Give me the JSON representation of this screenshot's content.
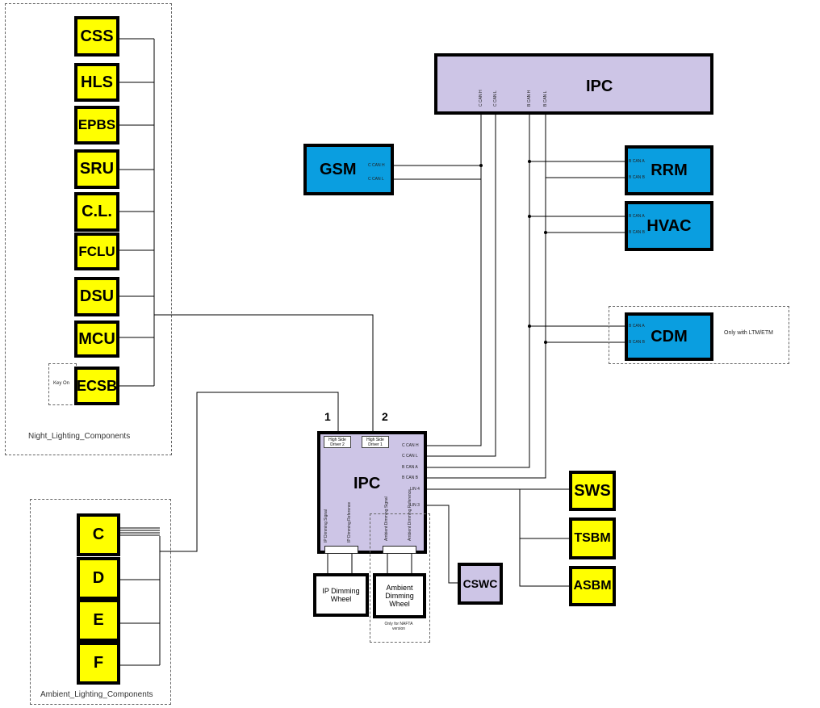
{
  "night_group": {
    "label": "Night_Lighting_Components",
    "modules": [
      "CSS",
      "HLS",
      "EPBS",
      "SRU",
      "C.L.",
      "FCLU",
      "DSU",
      "MCU",
      "ECSB"
    ],
    "key_on_label": "Key On"
  },
  "ambient_group": {
    "label": "Ambient_Lighting_Components",
    "modules": [
      "C",
      "D",
      "E",
      "F"
    ]
  },
  "top_ipc": {
    "label": "IPC",
    "pins": [
      "C CAN H",
      "C CAN L",
      "B CAN H",
      "B CAN L"
    ]
  },
  "gsm": {
    "label": "GSM",
    "pins": [
      "C CAN H",
      "C CAN L"
    ]
  },
  "rrm": {
    "label": "RRM",
    "pins": [
      "B CAN A",
      "B CAN B"
    ]
  },
  "hvac": {
    "label": "HVAC",
    "pins": [
      "B CAN A",
      "B CAN B"
    ]
  },
  "cdm": {
    "label": "CDM",
    "pins": [
      "B CAN A",
      "B CAN B"
    ],
    "note": "Only with LTM/ETM"
  },
  "main_ipc": {
    "label": "IPC",
    "drivers": [
      "High Side Driver 2",
      "High Side Driver 1"
    ],
    "driver_numbers": [
      "1",
      "2"
    ],
    "pins": [
      "C CAN H",
      "C CAN L",
      "B CAN A",
      "B CAN B",
      "LIN 4",
      "LIN 3"
    ],
    "bottom_pins_left": [
      "IP Dimming Signal",
      "IP Dimming Reference"
    ],
    "bottom_pins_right": [
      "Ambient Dimming Signal",
      "Ambient Dimming Reference"
    ]
  },
  "ip_dimming_wheel": {
    "label": "IP Dimming Wheel"
  },
  "ambient_dimming_wheel": {
    "label": "Ambient Dimming Wheel",
    "note": "Only for NAFTA version"
  },
  "cswc": {
    "label": "CSWC"
  },
  "lin_modules": [
    "SWS",
    "TSBM",
    "ASBM"
  ]
}
